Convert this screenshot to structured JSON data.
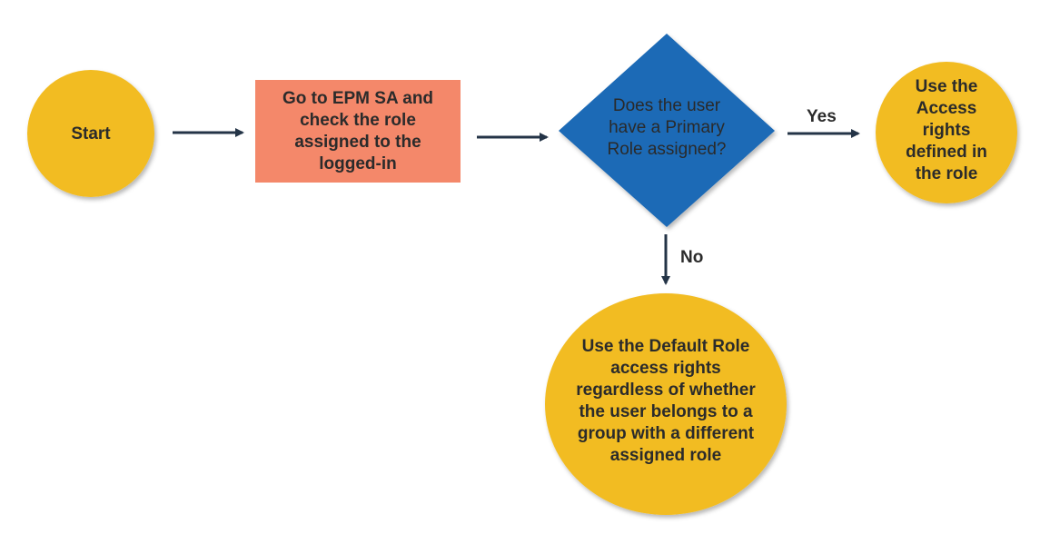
{
  "colors": {
    "terminal_fill": "#F2BC22",
    "process_fill": "#F4886A",
    "decision_fill": "#1F6BB6",
    "arrow": "#243447",
    "text": "#2b2b2b",
    "decision_text": "#2a2a2a"
  },
  "nodes": {
    "start": {
      "label": "Start"
    },
    "check_role": {
      "label": "Go to EPM SA and check the role assigned to the logged-in"
    },
    "decision": {
      "label": "Does the user have a Primary Role assigned?"
    },
    "use_role_rights": {
      "label": "Use the Access rights defined in the role"
    },
    "use_default_role": {
      "label": "Use the Default Role access rights regardless of whether the user belongs to a group with a different assigned role"
    }
  },
  "edges": {
    "yes": {
      "label": "Yes"
    },
    "no": {
      "label": "No"
    }
  }
}
